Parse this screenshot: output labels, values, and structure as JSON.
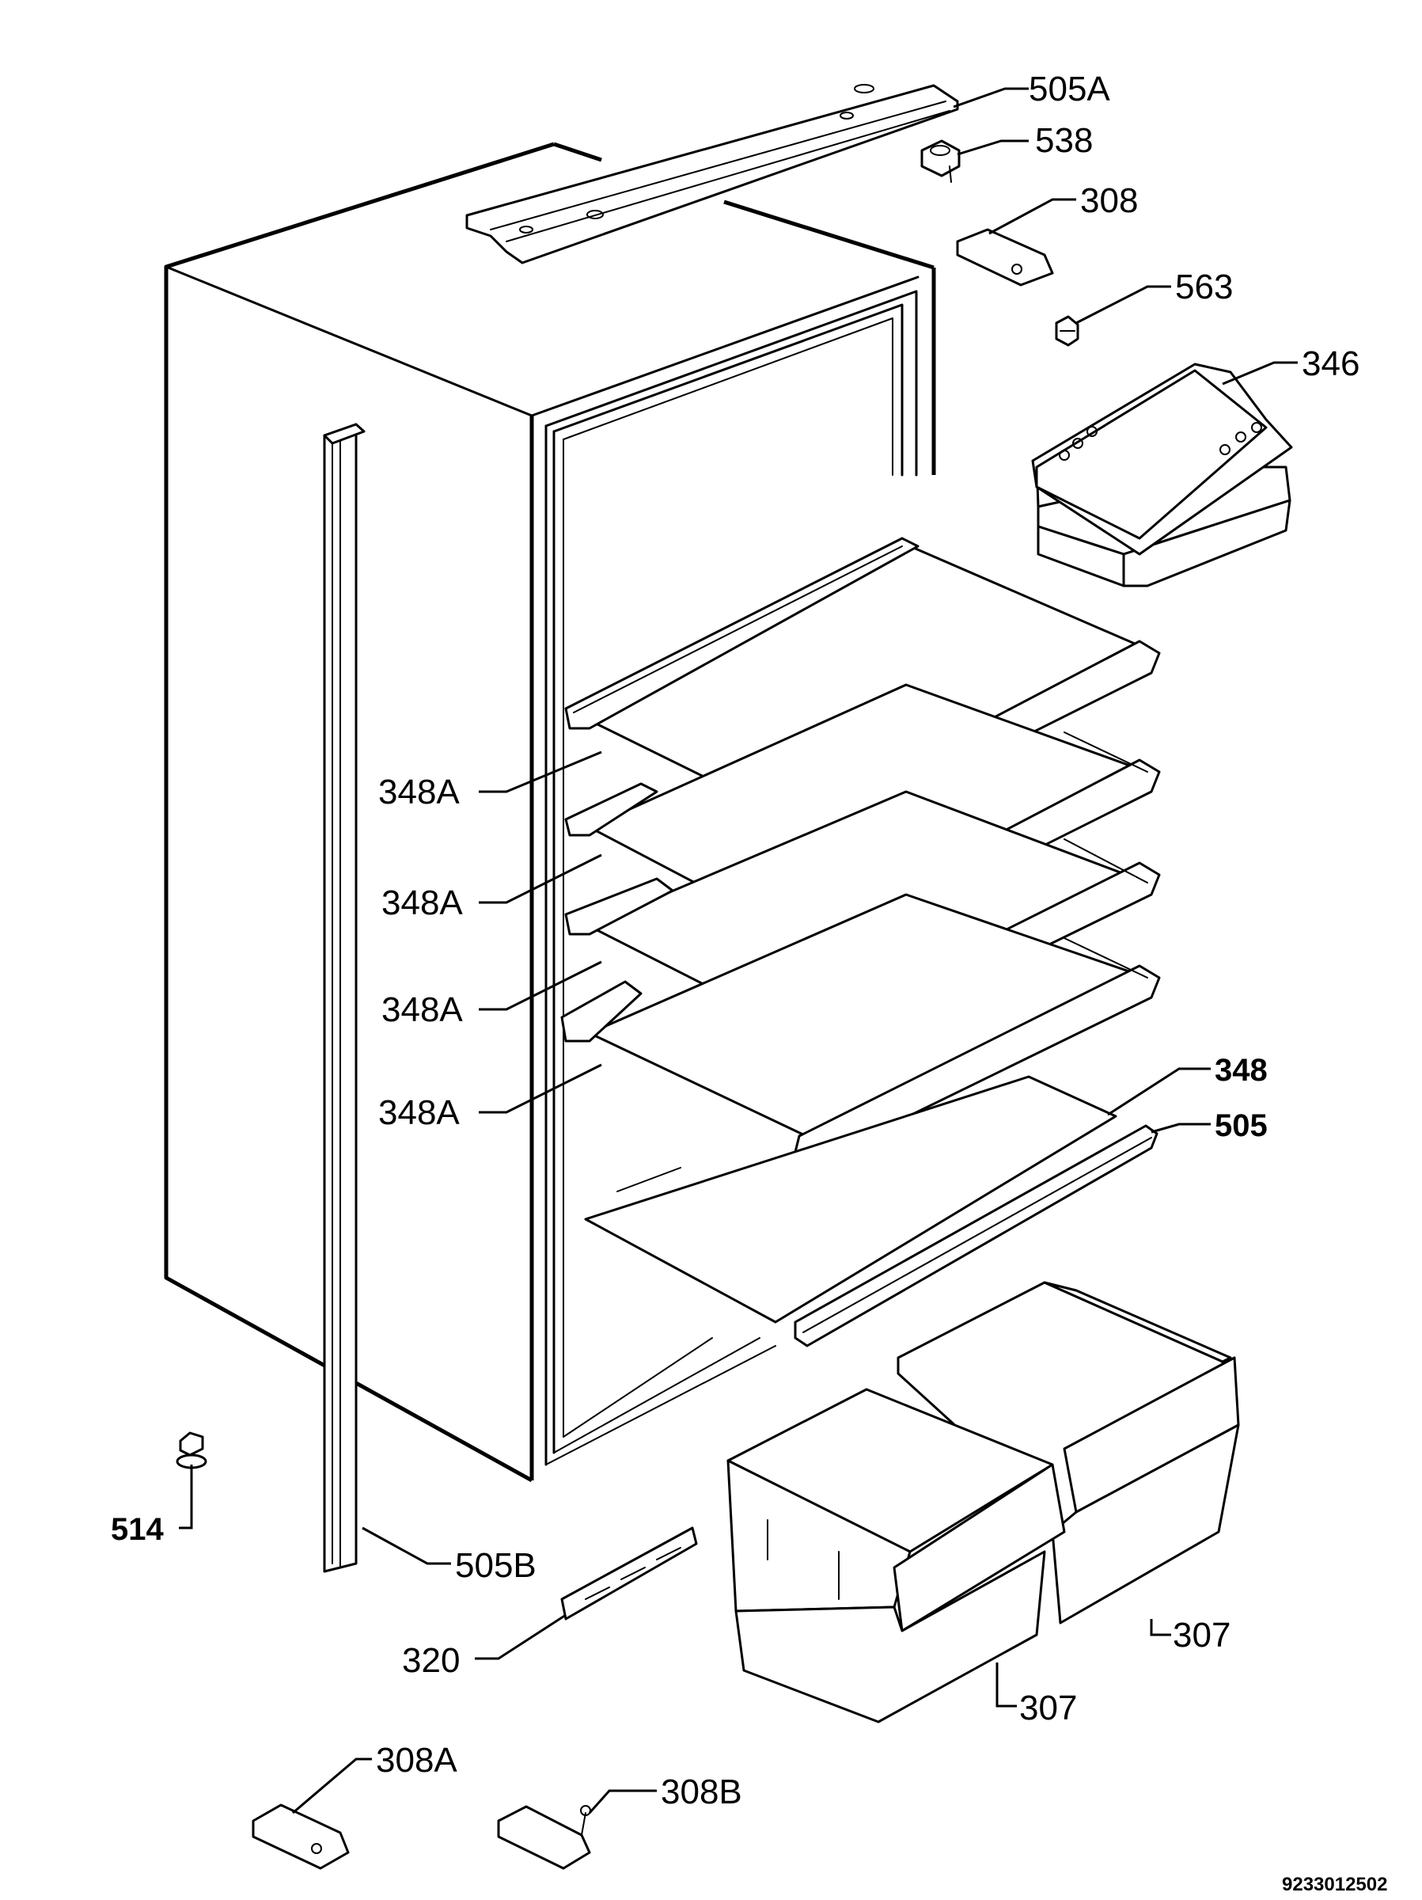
{
  "labels": {
    "p505A": "505A",
    "p538": "538",
    "p308": "308",
    "p563": "563",
    "p346": "346",
    "p348A_1": "348A",
    "p348A_2": "348A",
    "p348A_3": "348A",
    "p348A_4": "348A",
    "p348": "348",
    "p505": "505",
    "p514": "514",
    "p505B": "505B",
    "p320": "320",
    "p307_right": "307",
    "p307_left": "307",
    "p308A": "308A",
    "p308B": "308B"
  },
  "drawing_code": "9233012502"
}
